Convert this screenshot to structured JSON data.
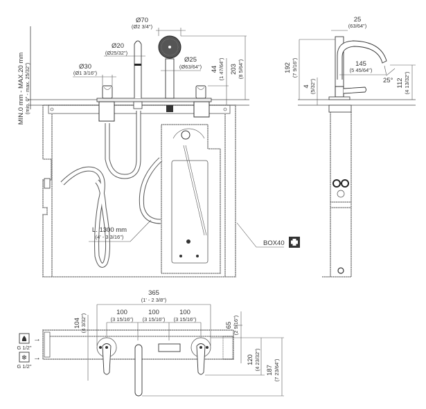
{
  "drawing": {
    "front_view": {
      "vertical_note": "MIN.0 mm - MAX.20 mm",
      "vertical_note_sub": "(min. 0\" - max. 25/32\")",
      "dims": {
        "d70": {
          "value": "Ø70",
          "imperial": "(Ø2 3/4\")"
        },
        "d20": {
          "value": "Ø20",
          "imperial": "(Ø25/32\")"
        },
        "d30": {
          "value": "Ø30",
          "imperial": "(Ø1 3/16\")"
        },
        "d25": {
          "value": "Ø25",
          "imperial": "(Ø63/64\")"
        },
        "h44": {
          "value": "44",
          "imperial": "(1 47/64\")"
        },
        "h203": {
          "value": "203",
          "imperial": "(8 5/64\")"
        }
      },
      "hose_label": "L. 1300 mm",
      "hose_label_sub": "(4' - 3 3/16\")",
      "box_label": "BOX40",
      "box_icon": "plus-icon"
    },
    "side_view": {
      "dims": {
        "w25": {
          "value": "25",
          "imperial": "(63/64\")"
        },
        "h192": {
          "value": "192",
          "imperial": "(7 9/16\")"
        },
        "h4": {
          "value": "4",
          "imperial": "(5/32\")"
        },
        "r145": {
          "value": "145",
          "imperial": "(5 45/64\")"
        },
        "angle": {
          "value": "25°"
        },
        "h112": {
          "value": "112",
          "imperial": "(4 13/32\")"
        }
      }
    },
    "top_view": {
      "dims": {
        "w365": {
          "value": "365",
          "imperial": "(1' - 2 3/8\")"
        },
        "s1": {
          "value": "100",
          "imperial": "(3 15/16\")"
        },
        "s2": {
          "value": "100",
          "imperial": "(3 15/16\")"
        },
        "s3": {
          "value": "100",
          "imperial": "(3 15/16\")"
        },
        "h104": {
          "value": "104",
          "imperial": "(4 3/32\")"
        },
        "h65": {
          "value": "65",
          "imperial": "(2 9/16\")"
        },
        "h120": {
          "value": "120",
          "imperial": "(4 23/32\")"
        },
        "h187": {
          "value": "187",
          "imperial": "(7 23/64\")"
        }
      },
      "inlets": [
        {
          "icon": "hot-water-flame-icon",
          "label": "G 1/2\""
        },
        {
          "icon": "cold-water-snowflake-icon",
          "label": "G 1/2\""
        }
      ]
    }
  }
}
